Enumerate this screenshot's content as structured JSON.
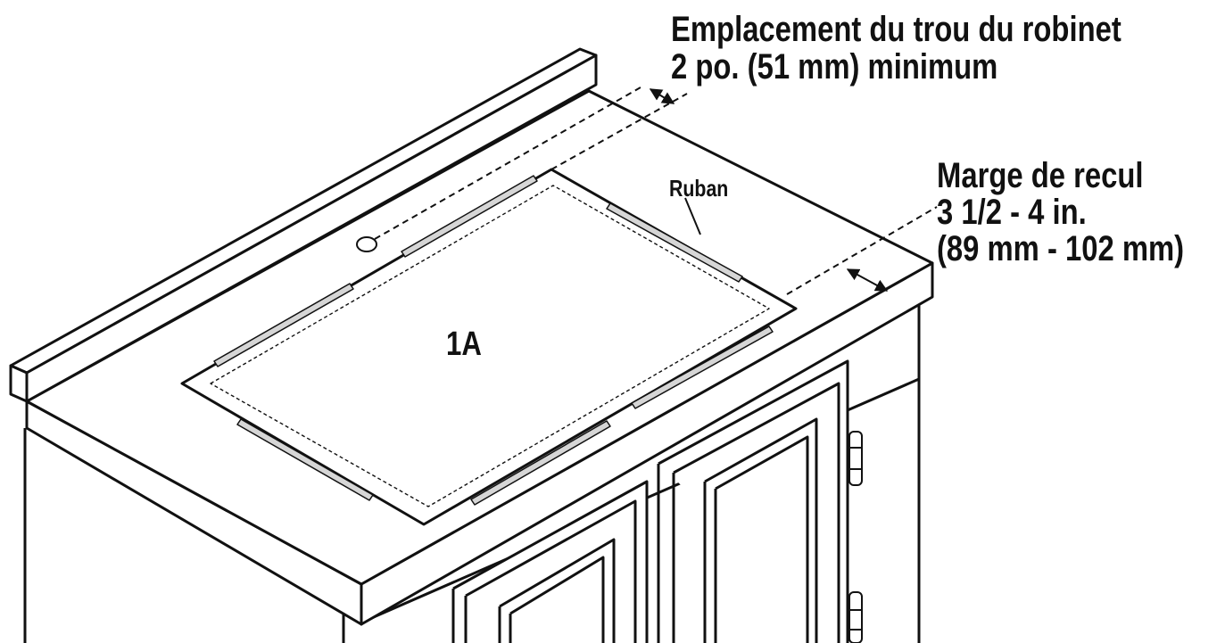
{
  "labels": {
    "faucet_hole_line1": "Emplacement du trou du robinet",
    "faucet_hole_line2": "2 po. (51 mm) minimum",
    "setback_line1": "Marge de recul",
    "setback_line2": "3 1/2 - 4 in.",
    "setback_line3": "(89 mm - 102 mm)",
    "tape": "Ruban",
    "step": "1A"
  },
  "colors": {
    "ink": "#111111",
    "background": "#ffffff",
    "tape_fill": "#d6d6d6"
  }
}
